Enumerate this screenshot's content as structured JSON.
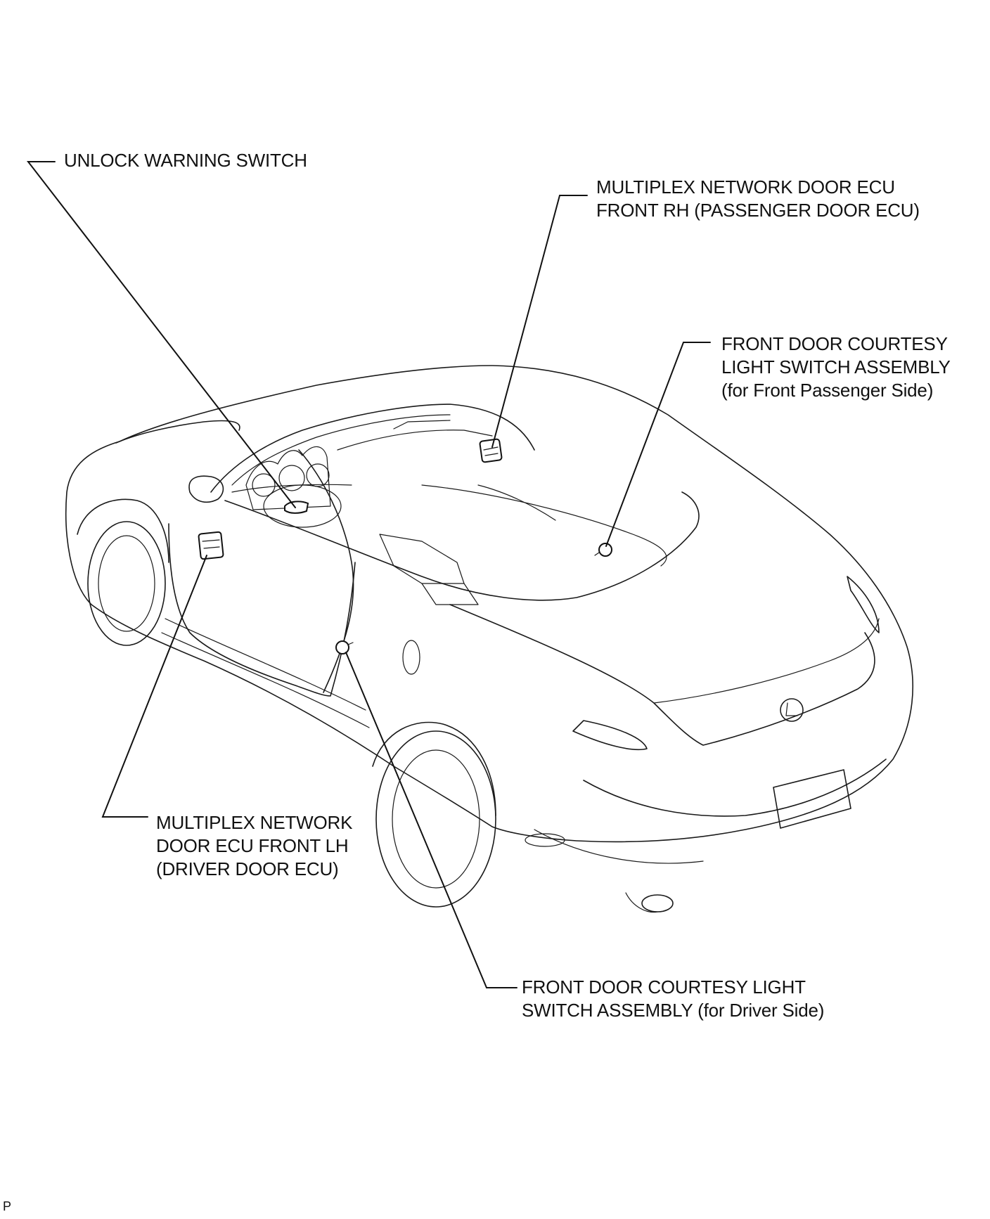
{
  "labels": {
    "unlock_warning_switch": [
      "UNLOCK WARNING SWITCH"
    ],
    "door_ecu_front_rh": [
      "MULTIPLEX NETWORK DOOR ECU",
      "FRONT RH (PASSENGER DOOR ECU)"
    ],
    "courtesy_switch_passenger": [
      "FRONT DOOR COURTESY",
      "LIGHT SWITCH ASSEMBLY",
      "(for Front Passenger Side)"
    ],
    "door_ecu_front_lh": [
      "MULTIPLEX NETWORK",
      "DOOR ECU FRONT LH",
      "(DRIVER DOOR ECU)"
    ],
    "courtesy_switch_driver": [
      "FRONT DOOR COURTESY LIGHT",
      "SWITCH ASSEMBLY (for Driver Side)"
    ]
  },
  "corner_mark": "P",
  "colors": {
    "line": "#111111",
    "background": "#ffffff"
  }
}
